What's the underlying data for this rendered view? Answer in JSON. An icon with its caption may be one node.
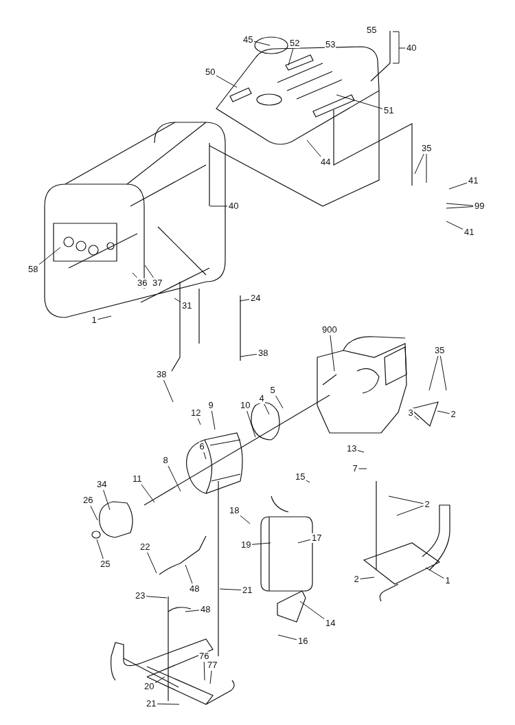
{
  "diagram": {
    "nodes": [
      {
        "text": [
          "45"
        ]
      },
      {
        "text": [
          "52"
        ]
      },
      {
        "text": [
          "40"
        ]
      },
      {
        "text": [
          "50"
        ]
      },
      {
        "text": [
          "51"
        ]
      },
      {
        "text": [
          "35"
        ]
      },
      {
        "text": [
          "44"
        ]
      },
      {
        "text": [
          "41"
        ]
      },
      {
        "text": [
          "40"
        ]
      },
      {
        "text": [
          "99"
        ]
      },
      {
        "text": [
          "41"
        ]
      },
      {
        "text": [
          "58"
        ]
      },
      {
        "text": [
          "36"
        ]
      },
      {
        "text": [
          "37"
        ]
      },
      {
        "text": [
          "24"
        ]
      },
      {
        "text": [
          "31"
        ]
      },
      {
        "text": [
          "1"
        ]
      },
      {
        "text": [
          "900"
        ]
      },
      {
        "text": [
          "35"
        ]
      },
      {
        "text": [
          "38"
        ]
      },
      {
        "text": [
          "38"
        ]
      },
      {
        "text": [
          "5"
        ]
      },
      {
        "text": [
          "4"
        ]
      },
      {
        "text": [
          "10"
        ]
      },
      {
        "text": [
          "9"
        ]
      },
      {
        "text": [
          "12"
        ]
      },
      {
        "text": [
          "3"
        ]
      },
      {
        "text": [
          "2"
        ]
      },
      {
        "text": [
          "6"
        ]
      },
      {
        "text": [
          "13"
        ]
      },
      {
        "text": [
          "8"
        ]
      },
      {
        "text": [
          "7"
        ]
      },
      {
        "text": [
          "15"
        ]
      },
      {
        "text": [
          "11"
        ]
      },
      {
        "text": [
          "34"
        ]
      },
      {
        "text": [
          "26"
        ]
      },
      {
        "text": [
          "2"
        ]
      },
      {
        "text": [
          "18"
        ]
      },
      {
        "text": [
          "17"
        ]
      },
      {
        "text": [
          "19"
        ]
      },
      {
        "text": [
          "22"
        ]
      },
      {
        "text": [
          "25"
        ]
      },
      {
        "text": [
          "2"
        ]
      },
      {
        "text": [
          "1"
        ]
      },
      {
        "text": [
          "48"
        ]
      },
      {
        "text": [
          "21"
        ]
      },
      {
        "text": [
          "23"
        ]
      },
      {
        "text": [
          "48"
        ]
      },
      {
        "text": [
          "14"
        ]
      },
      {
        "text": [
          "16"
        ]
      },
      {
        "text": [
          "76"
        ]
      },
      {
        "text": [
          "77"
        ]
      },
      {
        "text": [
          "20"
        ]
      },
      {
        "text": [
          "21"
        ]
      },
      {
        "text": [
          "53"
        ]
      },
      {
        "text": [
          "55"
        ]
      }
    ],
    "edges": [
      {
        "from": 0,
        "to": null,
        "arrow": "none"
      },
      {
        "from": 1,
        "to": null,
        "arrow": "none"
      },
      {
        "from": 2,
        "to": null,
        "arrow": "none"
      },
      {
        "from": 3,
        "to": null,
        "arrow": "none"
      },
      {
        "from": 4,
        "to": null,
        "arrow": "none"
      },
      {
        "from": 5,
        "to": null,
        "arrow": "none"
      },
      {
        "from": 5,
        "to": null,
        "arrow": "none"
      },
      {
        "from": 6,
        "to": null,
        "arrow": "none"
      },
      {
        "from": 7,
        "to": null,
        "arrow": "none"
      },
      {
        "from": 8,
        "to": null,
        "arrow": "none"
      },
      {
        "from": 9,
        "to": null,
        "arrow": "none"
      },
      {
        "from": 9,
        "to": null,
        "arrow": "none"
      },
      {
        "from": 10,
        "to": null,
        "arrow": "none"
      },
      {
        "from": 11,
        "to": null,
        "arrow": "none"
      },
      {
        "from": 12,
        "to": null,
        "arrow": "none"
      },
      {
        "from": 13,
        "to": null,
        "arrow": "none"
      },
      {
        "from": 14,
        "to": null,
        "arrow": "none"
      },
      {
        "from": 15,
        "to": null,
        "arrow": "none"
      },
      {
        "from": 16,
        "to": null,
        "arrow": "none"
      },
      {
        "from": 17,
        "to": null,
        "arrow": "none"
      },
      {
        "from": 18,
        "to": null,
        "arrow": "none"
      },
      {
        "from": 18,
        "to": null,
        "arrow": "none"
      },
      {
        "from": 19,
        "to": null,
        "arrow": "none"
      },
      {
        "from": 20,
        "to": null,
        "arrow": "none"
      },
      {
        "from": 21,
        "to": null,
        "arrow": "none"
      },
      {
        "from": 22,
        "to": null,
        "arrow": "none"
      },
      {
        "from": 23,
        "to": null,
        "arrow": "none"
      },
      {
        "from": 24,
        "to": null,
        "arrow": "none"
      },
      {
        "from": 25,
        "to": null,
        "arrow": "none"
      },
      {
        "from": 26,
        "to": null,
        "arrow": "none"
      },
      {
        "from": 27,
        "to": null,
        "arrow": "none"
      },
      {
        "from": 28,
        "to": null,
        "arrow": "none"
      },
      {
        "from": 29,
        "to": null,
        "arrow": "none"
      },
      {
        "from": 30,
        "to": null,
        "arrow": "none"
      },
      {
        "from": 31,
        "to": null,
        "arrow": "none"
      },
      {
        "from": 32,
        "to": null,
        "arrow": "none"
      },
      {
        "from": 33,
        "to": null,
        "arrow": "none"
      },
      {
        "from": 34,
        "to": null,
        "arrow": "none"
      },
      {
        "from": 35,
        "to": null,
        "arrow": "none"
      },
      {
        "from": 36,
        "to": null,
        "arrow": "none"
      },
      {
        "from": 36,
        "to": null,
        "arrow": "none"
      },
      {
        "from": 37,
        "to": null,
        "arrow": "none"
      },
      {
        "from": 38,
        "to": null,
        "arrow": "none"
      },
      {
        "from": 39,
        "to": null,
        "arrow": "none"
      },
      {
        "from": 40,
        "to": null,
        "arrow": "none"
      },
      {
        "from": 41,
        "to": null,
        "arrow": "none"
      },
      {
        "from": 42,
        "to": null,
        "arrow": "none"
      },
      {
        "from": 43,
        "to": null,
        "arrow": "none"
      },
      {
        "from": 44,
        "to": null,
        "arrow": "none"
      },
      {
        "from": 45,
        "to": null,
        "arrow": "none"
      },
      {
        "from": 46,
        "to": null,
        "arrow": "none"
      },
      {
        "from": 47,
        "to": null,
        "arrow": "none"
      },
      {
        "from": 48,
        "to": null,
        "arrow": "none"
      },
      {
        "from": 49,
        "to": null,
        "arrow": "none"
      },
      {
        "from": 50,
        "to": null,
        "arrow": "none"
      },
      {
        "from": 51,
        "to": null,
        "arrow": "none"
      },
      {
        "from": 52,
        "to": null,
        "arrow": "none"
      },
      {
        "from": 53,
        "to": null,
        "arrow": "none"
      }
    ]
  }
}
